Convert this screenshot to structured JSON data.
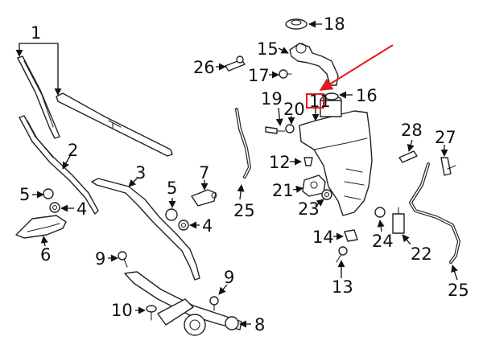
{
  "diagram": {
    "callouts": [
      "1",
      "2",
      "3",
      "4",
      "4",
      "5",
      "5",
      "6",
      "7",
      "8",
      "9",
      "9",
      "10",
      "11",
      "12",
      "13",
      "14",
      "15",
      "16",
      "17",
      "18",
      "19",
      "20",
      "21",
      "22",
      "23",
      "24",
      "25",
      "25",
      "26",
      "27",
      "28"
    ],
    "highlight_color": "#e8191c",
    "line_color": "#222222",
    "background_color": "#ffffff"
  }
}
